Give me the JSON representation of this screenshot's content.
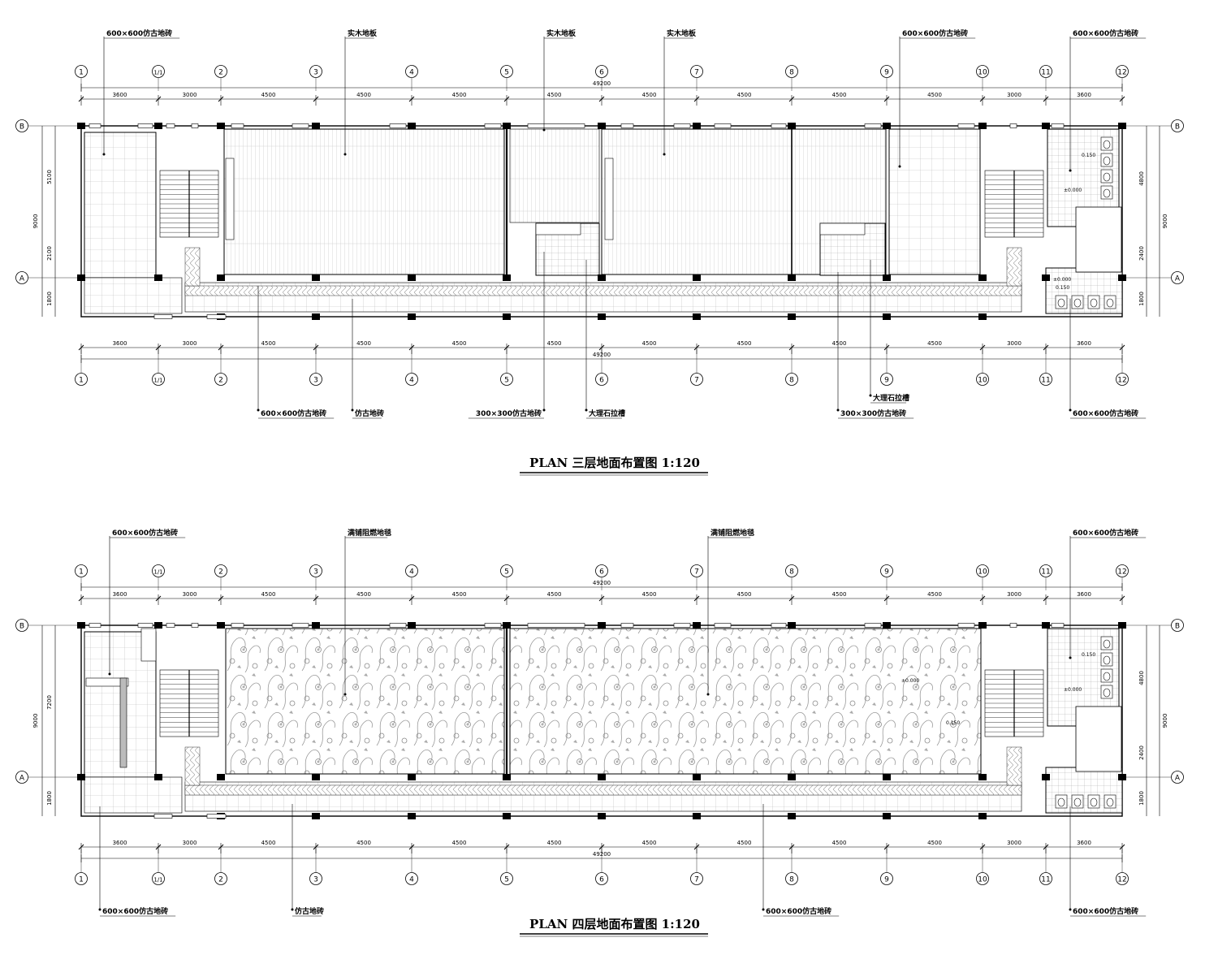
{
  "plans": [
    {
      "title": "PLAN  三层地面布置图  1:120",
      "total_dim": "49200",
      "top_dims": [
        "3600",
        "3000",
        "4500",
        "4500",
        "4500",
        "4500",
        "4500",
        "4500",
        "4500",
        "4500",
        "3000",
        "3600"
      ],
      "bottom_dims": [
        "3600",
        "3000",
        "4500",
        "4500",
        "4500",
        "4500",
        "4500",
        "4500",
        "4500",
        "4500",
        "3000",
        "3600"
      ],
      "grid_labels": [
        "1",
        "1/1",
        "2",
        "3",
        "4",
        "5",
        "6",
        "7",
        "8",
        "9",
        "10",
        "11",
        "12"
      ],
      "row_labels": [
        "B",
        "A"
      ],
      "left_dims": [
        "9000",
        "5100",
        "2100",
        "1800"
      ],
      "right_dims": [
        "4800",
        "9000",
        "2400",
        "1800"
      ],
      "callouts_top": [
        "600×600仿古地砖",
        "实木地板",
        "实木地板",
        "实木地板",
        "600×600仿古地砖",
        "600×600仿古地砖"
      ],
      "callouts_bottom": [
        "600×600仿古地砖",
        "仿古地砖",
        "300×300仿古地砖",
        "大理石拉槽",
        "大理石拉槽",
        "300×300仿古地砖",
        "600×600仿古地砖"
      ],
      "level_marks": [
        "±0.000",
        "0.150",
        "±0.000",
        "0.150"
      ]
    },
    {
      "title": "PLAN  四层地面布置图  1:120",
      "total_dim": "49200",
      "top_dims": [
        "3600",
        "3000",
        "4500",
        "4500",
        "4500",
        "4500",
        "4500",
        "4500",
        "4500",
        "4500",
        "3000",
        "3600"
      ],
      "bottom_dims": [
        "3600",
        "3000",
        "4500",
        "4500",
        "4500",
        "4500",
        "4500",
        "4500",
        "4500",
        "4500",
        "3000",
        "3600"
      ],
      "grid_labels": [
        "1",
        "1/1",
        "2",
        "3",
        "4",
        "5",
        "6",
        "7",
        "8",
        "9",
        "10",
        "11",
        "12"
      ],
      "row_labels": [
        "B",
        "A"
      ],
      "left_dims": [
        "9000",
        "7200",
        "1800"
      ],
      "right_dims": [
        "4800",
        "9000",
        "2400",
        "1800"
      ],
      "callouts_top": [
        "600×600仿古地砖",
        "满铺阻燃地毯",
        "满铺阻燃地毯",
        "600×600仿古地砖"
      ],
      "callouts_bottom": [
        "600×600仿古地砖",
        "仿古地砖",
        "600×600仿古地砖",
        "600×600仿古地砖"
      ],
      "level_marks": [
        "0.150",
        "±0.000",
        "±0.000",
        "0.150"
      ]
    }
  ]
}
